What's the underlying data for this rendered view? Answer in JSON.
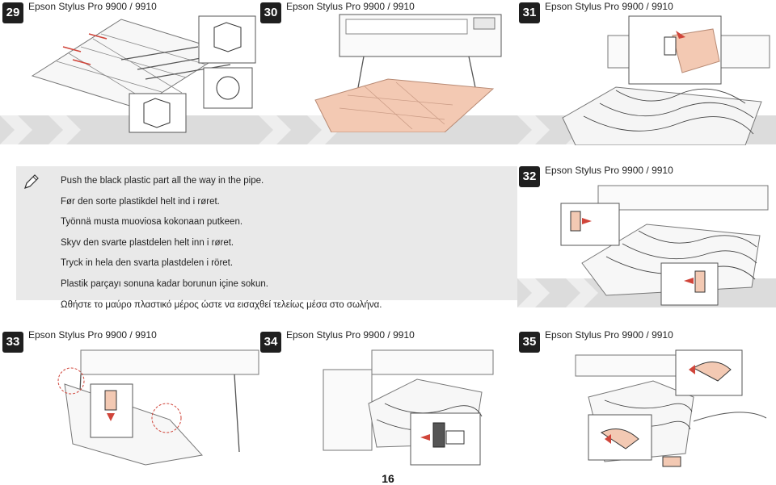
{
  "steps": [
    {
      "number": "29",
      "title": "Epson Stylus Pro 9900 / 9910"
    },
    {
      "number": "30",
      "title": "Epson Stylus Pro 9900 / 9910"
    },
    {
      "number": "31",
      "title": "Epson Stylus Pro 9900 / 9910"
    },
    {
      "number": "32",
      "title": "Epson Stylus Pro 9900 / 9910"
    },
    {
      "number": "33",
      "title": "Epson Stylus Pro 9900 / 9910"
    },
    {
      "number": "34",
      "title": "Epson Stylus Pro 9900 / 9910"
    },
    {
      "number": "35",
      "title": "Epson Stylus Pro 9900 / 9910"
    }
  ],
  "note": {
    "icon": "pencil-icon",
    "lines": [
      "Push the black plastic part all the way in the pipe.",
      "Før den sorte plastikdel helt ind i røret.",
      "Työnnä musta muoviosa kokonaan putkeen.",
      "Skyv den svarte plastdelen helt inn i røret.",
      "Tryck in hela den svarta plastdelen i röret.",
      "Plastik parçayı sonuna kadar borunun içine sokun.",
      "Ωθήστε το μαύρο πλαστικό μέρος ώστε να εισαχθεί τελείως μέσα στο σωλήνα."
    ]
  },
  "colors": {
    "band": "#dcdcdc",
    "chevron": "#eeeeee",
    "paper": "#f3c9b3",
    "arrow": "#d0453a",
    "step_badge": "#1f1f1f"
  },
  "page_number": "16"
}
